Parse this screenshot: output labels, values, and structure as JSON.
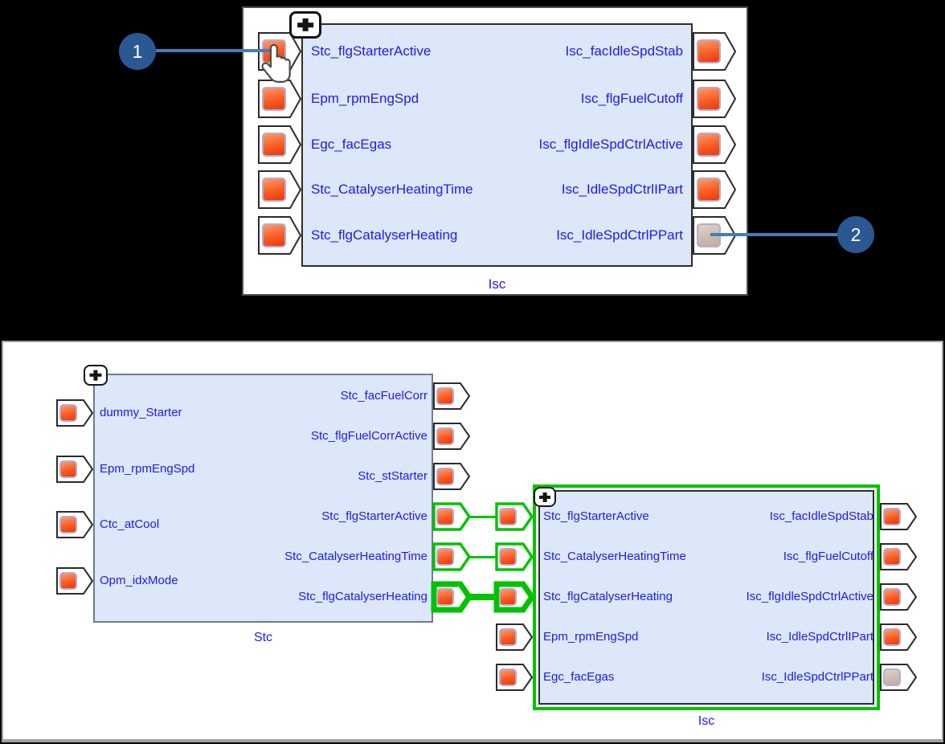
{
  "palette": {
    "background": "#000000",
    "panel_bg": "#ffffff",
    "panel_border_top": "#4f4f4f",
    "panel_border_bottom": "#a0a0a0",
    "block_fill": "#dce7f9",
    "block_border_dark": "#2d2d2d",
    "block_border_gray": "#6e7b8e",
    "selection_green": "#00c300",
    "port_border": "#2b2b2b",
    "pin_border": "#b5adcf",
    "pin_orange": "#fa5c24",
    "pin_gray": "#cbb9b0",
    "label_blue": "#1b1bf0",
    "callout_fill": "#2a5893",
    "callout_line": "#4a7ab8"
  },
  "icons": {
    "expand_button": "plus-icon",
    "pointer": "hand-cursor-icon"
  },
  "top_diagram": {
    "callout_1": "1",
    "callout_2": "2",
    "isc_block": {
      "title": "Isc",
      "inputs": [
        {
          "label": "Stc_flgStarterActive",
          "pin": "orange",
          "link": "none"
        },
        {
          "label": "Epm_rpmEngSpd",
          "pin": "orange",
          "link": "none"
        },
        {
          "label": "Egc_facEgas",
          "pin": "orange",
          "link": "none"
        },
        {
          "label": "Stc_CatalyserHeatingTime",
          "pin": "orange",
          "link": "none"
        },
        {
          "label": "Stc_flgCatalyserHeating",
          "pin": "orange",
          "link": "none"
        }
      ],
      "outputs": [
        {
          "label": "Isc_facIdleSpdStab",
          "pin": "orange",
          "link": "none"
        },
        {
          "label": "Isc_flgFuelCutoff",
          "pin": "orange",
          "link": "none"
        },
        {
          "label": "Isc_flgIdleSpdCtrlActive",
          "pin": "orange",
          "link": "none"
        },
        {
          "label": "Isc_IdleSpdCtrlIPart",
          "pin": "orange",
          "link": "none"
        },
        {
          "label": "Isc_IdleSpdCtrlPPart",
          "pin": "gray",
          "link": "none"
        }
      ]
    }
  },
  "bottom_diagram": {
    "stc_block": {
      "title": "Stc",
      "inputs": [
        {
          "label": "dummy_Starter",
          "pin": "orange",
          "link": "none"
        },
        {
          "label": "Epm_rpmEngSpd",
          "pin": "orange",
          "link": "none"
        },
        {
          "label": "Ctc_atCool",
          "pin": "orange",
          "link": "none"
        },
        {
          "label": "Opm_idxMode",
          "pin": "orange",
          "link": "none"
        }
      ],
      "outputs": [
        {
          "label": "Stc_facFuelCorr",
          "pin": "orange",
          "link": "none"
        },
        {
          "label": "Stc_flgFuelCorrActive",
          "pin": "orange",
          "link": "none"
        },
        {
          "label": "Stc_stStarter",
          "pin": "orange",
          "link": "none"
        },
        {
          "label": "Stc_flgStarterActive",
          "pin": "orange",
          "link": "green"
        },
        {
          "label": "Stc_CatalyserHeatingTime",
          "pin": "orange",
          "link": "green"
        },
        {
          "label": "Stc_flgCatalyserHeating",
          "pin": "orange",
          "link": "green-bold"
        }
      ]
    },
    "isc_block": {
      "title": "Isc",
      "selected": true,
      "inputs": [
        {
          "label": "Stc_flgStarterActive",
          "pin": "orange",
          "link": "green"
        },
        {
          "label": "Stc_CatalyserHeatingTime",
          "pin": "orange",
          "link": "green"
        },
        {
          "label": "Stc_flgCatalyserHeating",
          "pin": "orange",
          "link": "green-bold"
        },
        {
          "label": "Epm_rpmEngSpd",
          "pin": "orange",
          "link": "none"
        },
        {
          "label": "Egc_facEgas",
          "pin": "orange",
          "link": "none"
        }
      ],
      "outputs": [
        {
          "label": "Isc_facIdleSpdStab",
          "pin": "orange",
          "link": "none"
        },
        {
          "label": "Isc_flgFuelCutoff",
          "pin": "orange",
          "link": "none"
        },
        {
          "label": "Isc_flgIdleSpdCtrlActive",
          "pin": "orange",
          "link": "none"
        },
        {
          "label": "Isc_IdleSpdCtrlIPart",
          "pin": "orange",
          "link": "none"
        },
        {
          "label": "Isc_IdleSpdCtrlPPart",
          "pin": "gray",
          "link": "none"
        }
      ]
    },
    "connections": [
      {
        "from": "Stc.Stc_flgStarterActive",
        "to": "Isc.Stc_flgStarterActive",
        "weight": "thin"
      },
      {
        "from": "Stc.Stc_CatalyserHeatingTime",
        "to": "Isc.Stc_CatalyserHeatingTime",
        "weight": "thin"
      },
      {
        "from": "Stc.Stc_flgCatalyserHeating",
        "to": "Isc.Stc_flgCatalyserHeating",
        "weight": "thick"
      }
    ]
  }
}
